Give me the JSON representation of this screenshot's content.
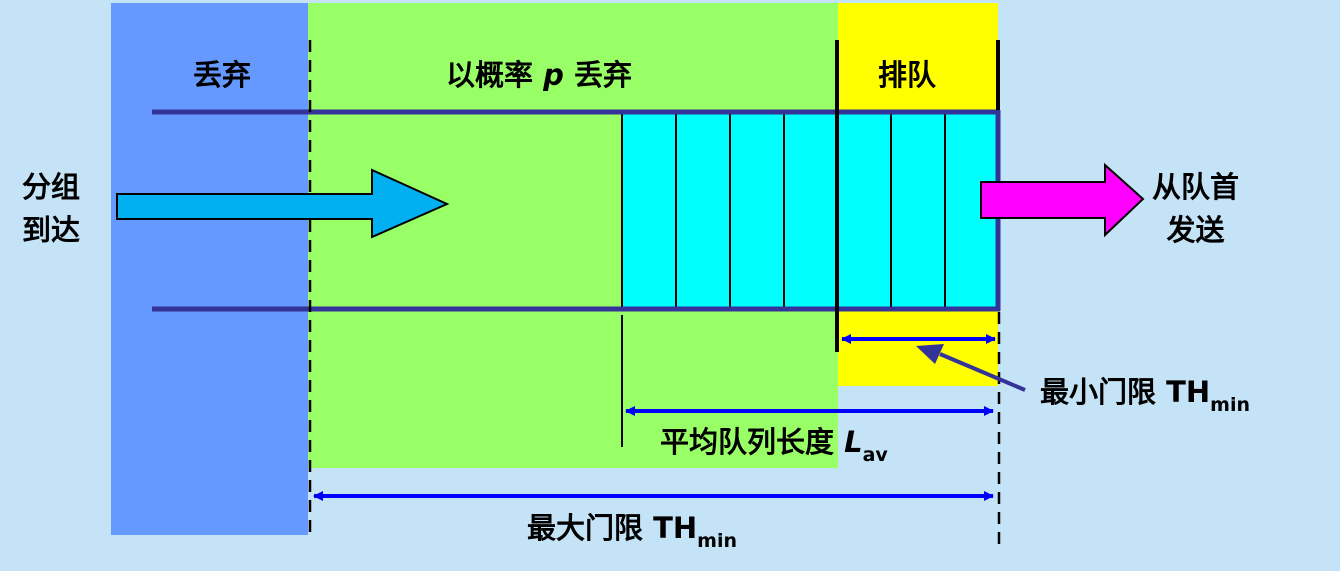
{
  "diagram": {
    "title": "RED queue management",
    "zones": {
      "drop": {
        "label": "丢弃",
        "color": "#6699ff"
      },
      "prob_drop": {
        "label_prefix": "以概率",
        "label_var": "p",
        "label_suffix": "丢弃",
        "color": "#99ff66"
      },
      "queue": {
        "label": "排队",
        "color": "#ffff00"
      }
    },
    "arrival": {
      "line1": "分组",
      "line2": "到达",
      "arrow_color": "#00b0f0"
    },
    "departure": {
      "line1": "从队首",
      "line2": "发送",
      "arrow_color": "#ff00ff"
    },
    "queue_buffer": {
      "cell_count": 7,
      "fill_color": "#00ffff",
      "border_color": "#333399"
    },
    "thresholds": {
      "min": {
        "label": "最小门限 TH",
        "sub": "min"
      },
      "avg": {
        "label": "平均队列长度 ",
        "var": "L",
        "sub": "av"
      },
      "max": {
        "label": "最大门限 TH",
        "sub": "min"
      }
    },
    "colors": {
      "background": "#c5e3f7",
      "dimension_arrow": "#0000ff",
      "pointer_arrow": "#333399"
    }
  }
}
